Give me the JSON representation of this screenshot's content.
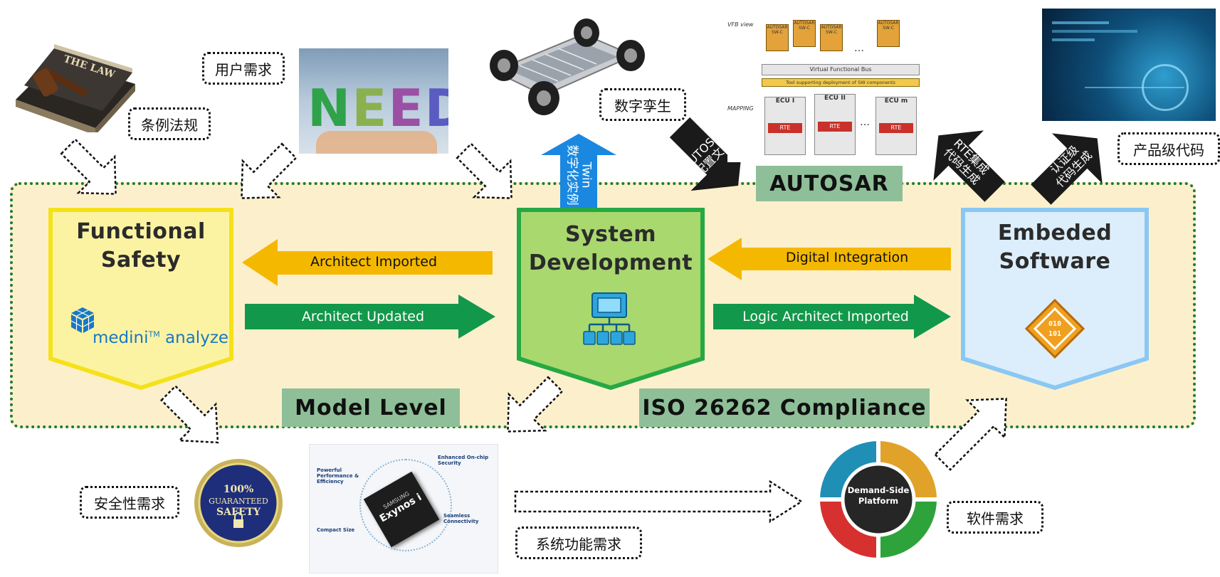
{
  "labels": {
    "law": "条例法规",
    "user_req": "用户需求",
    "digital_twin": "数字孪生",
    "product_code": "产品级代码",
    "safety_req": "安全性需求",
    "system_req": "系统功能需求",
    "software_req": "软件需求"
  },
  "images": {
    "law_book_title": "THE LAW",
    "need_letters": "NEED",
    "seal_line1": "100%",
    "seal_line2": "GUARANTEED",
    "seal_line3": "SAFETY",
    "chip_brand": "SAMSUNG",
    "chip_name": "Exynos i",
    "dsp_text": "Demand-Side Platform",
    "autosar_vfb_view": "VFB view",
    "autosar_vfb": "Virtual Functional Bus",
    "autosar_tool": "Tool supporting deployment of SW components",
    "autosar_mapping": "MAPPING",
    "autosar_ecu1": "ECU I",
    "autosar_ecu2": "ECU II",
    "autosar_ecum": "ECU m",
    "autosar_rte": "RTE",
    "autosar_swc": "AUTOSAR SW-C",
    "chip_features": [
      "Powerful Performance & Efficiency",
      "Enhanced On-chip Security",
      "Compact Size",
      "Seamless Connectivity"
    ]
  },
  "panels": {
    "functional_safety": "Functional\nSafety",
    "system_development": "System\nDevelopment",
    "embedded_software": "Embeded\nSoftware",
    "medini_brand": "medini",
    "medini_tm": "TM",
    "medini_product": " analyze"
  },
  "arrows": {
    "architect_imported": "Architect Imported",
    "architect_updated": "Architect Updated",
    "digital_integration": "Digital Integration",
    "logic_architect_imported": "Logic Architect Imported",
    "twin_line1": "Twin",
    "twin_line2": "数字化实例",
    "autosar_line1": "AUTOSAR",
    "autosar_line2": "配置文件",
    "rte_line1": "RTE集成",
    "rte_line2": "代码生成",
    "cert_line1": "认证级",
    "cert_line2": "代码生成"
  },
  "tags": {
    "autosar": "AUTOSAR",
    "model_level": "Model Level",
    "iso": "ISO 26262 Compliance"
  },
  "colors": {
    "band_bg": "#fcf0cc",
    "band_border": "#1e7a35",
    "fs_panel": "#fcf3a2",
    "fs_border": "#f5e11a",
    "sd_panel": "#a9d86e",
    "sd_border": "#27a844",
    "es_panel": "#dcedfb",
    "es_border": "#8ac8f3",
    "orange_arrow": "#f5b800",
    "green_arrow": "#12984a",
    "blue_arrow": "#1a88e0",
    "tag": "#8fbf98"
  }
}
